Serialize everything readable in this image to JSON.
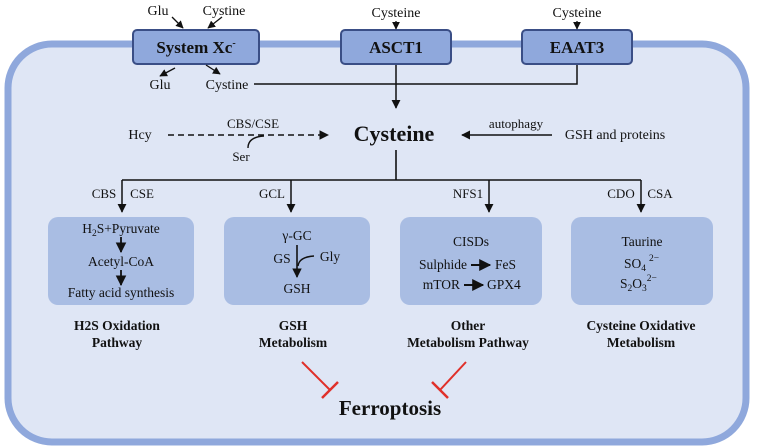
{
  "colors": {
    "cell_fill": "#dfe6f5",
    "cell_border": "#8fa8dc",
    "transporter_fill": "#8fa8dc",
    "transporter_border": "#3a4e86",
    "pathway_box_fill": "#a9bde3",
    "inhibition": "#e0302a",
    "line": "#111111"
  },
  "transporters": {
    "system_xc": {
      "label": "System Xc",
      "label_sup": "-",
      "top_left": "Glu",
      "top_right": "Cystine",
      "bottom_left": "Glu",
      "bottom_right": "Cystine"
    },
    "asct1": {
      "label": "ASCT1",
      "top": "Cysteine"
    },
    "eaat3": {
      "label": "EAAT3",
      "top": "Cysteine"
    }
  },
  "central": {
    "cysteine": "Cysteine",
    "hcy": "Hcy",
    "cbs_cse": "CBS/CSE",
    "ser": "Ser",
    "autophagy": "autophagy",
    "gsh_and_proteins": "GSH and proteins"
  },
  "enzymes": {
    "cbs": "CBS",
    "cse": "CSE",
    "gcl": "GCL",
    "nfs1": "NFS1",
    "cdo": "CDO",
    "csa": "CSA"
  },
  "boxes": {
    "h2s": {
      "h2s_main": "H",
      "h2s_sub": "2",
      "h2s_rest": "S+Pyruvate",
      "acetyl": "Acetyl-CoA",
      "fatty": "Fatty acid synthesis"
    },
    "gsh": {
      "ggc": "γ-GC",
      "gs": "GS",
      "gly": "Gly",
      "gsh": "GSH"
    },
    "other": {
      "cisds": "CISDs",
      "sulphide": "Sulphide",
      "fes": "FeS",
      "mtor": "mTOR",
      "gpx4": "GPX4"
    },
    "cysteine_ox": {
      "taurine": "Taurine",
      "so4_main": "SO",
      "so4_sub": "4",
      "so4_sup": "2−",
      "s2o3_s": "S",
      "s2o3_sub1": "2",
      "s2o3_o": "O",
      "s2o3_sub2": "3",
      "s2o3_sup": "2−"
    }
  },
  "pathway_titles": {
    "h2s": [
      "H2S Oxidation",
      "Pathway"
    ],
    "gsh": [
      "GSH",
      "Metabolism"
    ],
    "other": [
      "Other",
      "Metabolism Pathway"
    ],
    "cysteine_ox": [
      "Cysteine Oxidative",
      "Metabolism"
    ]
  },
  "outcome": "Ferroptosis"
}
